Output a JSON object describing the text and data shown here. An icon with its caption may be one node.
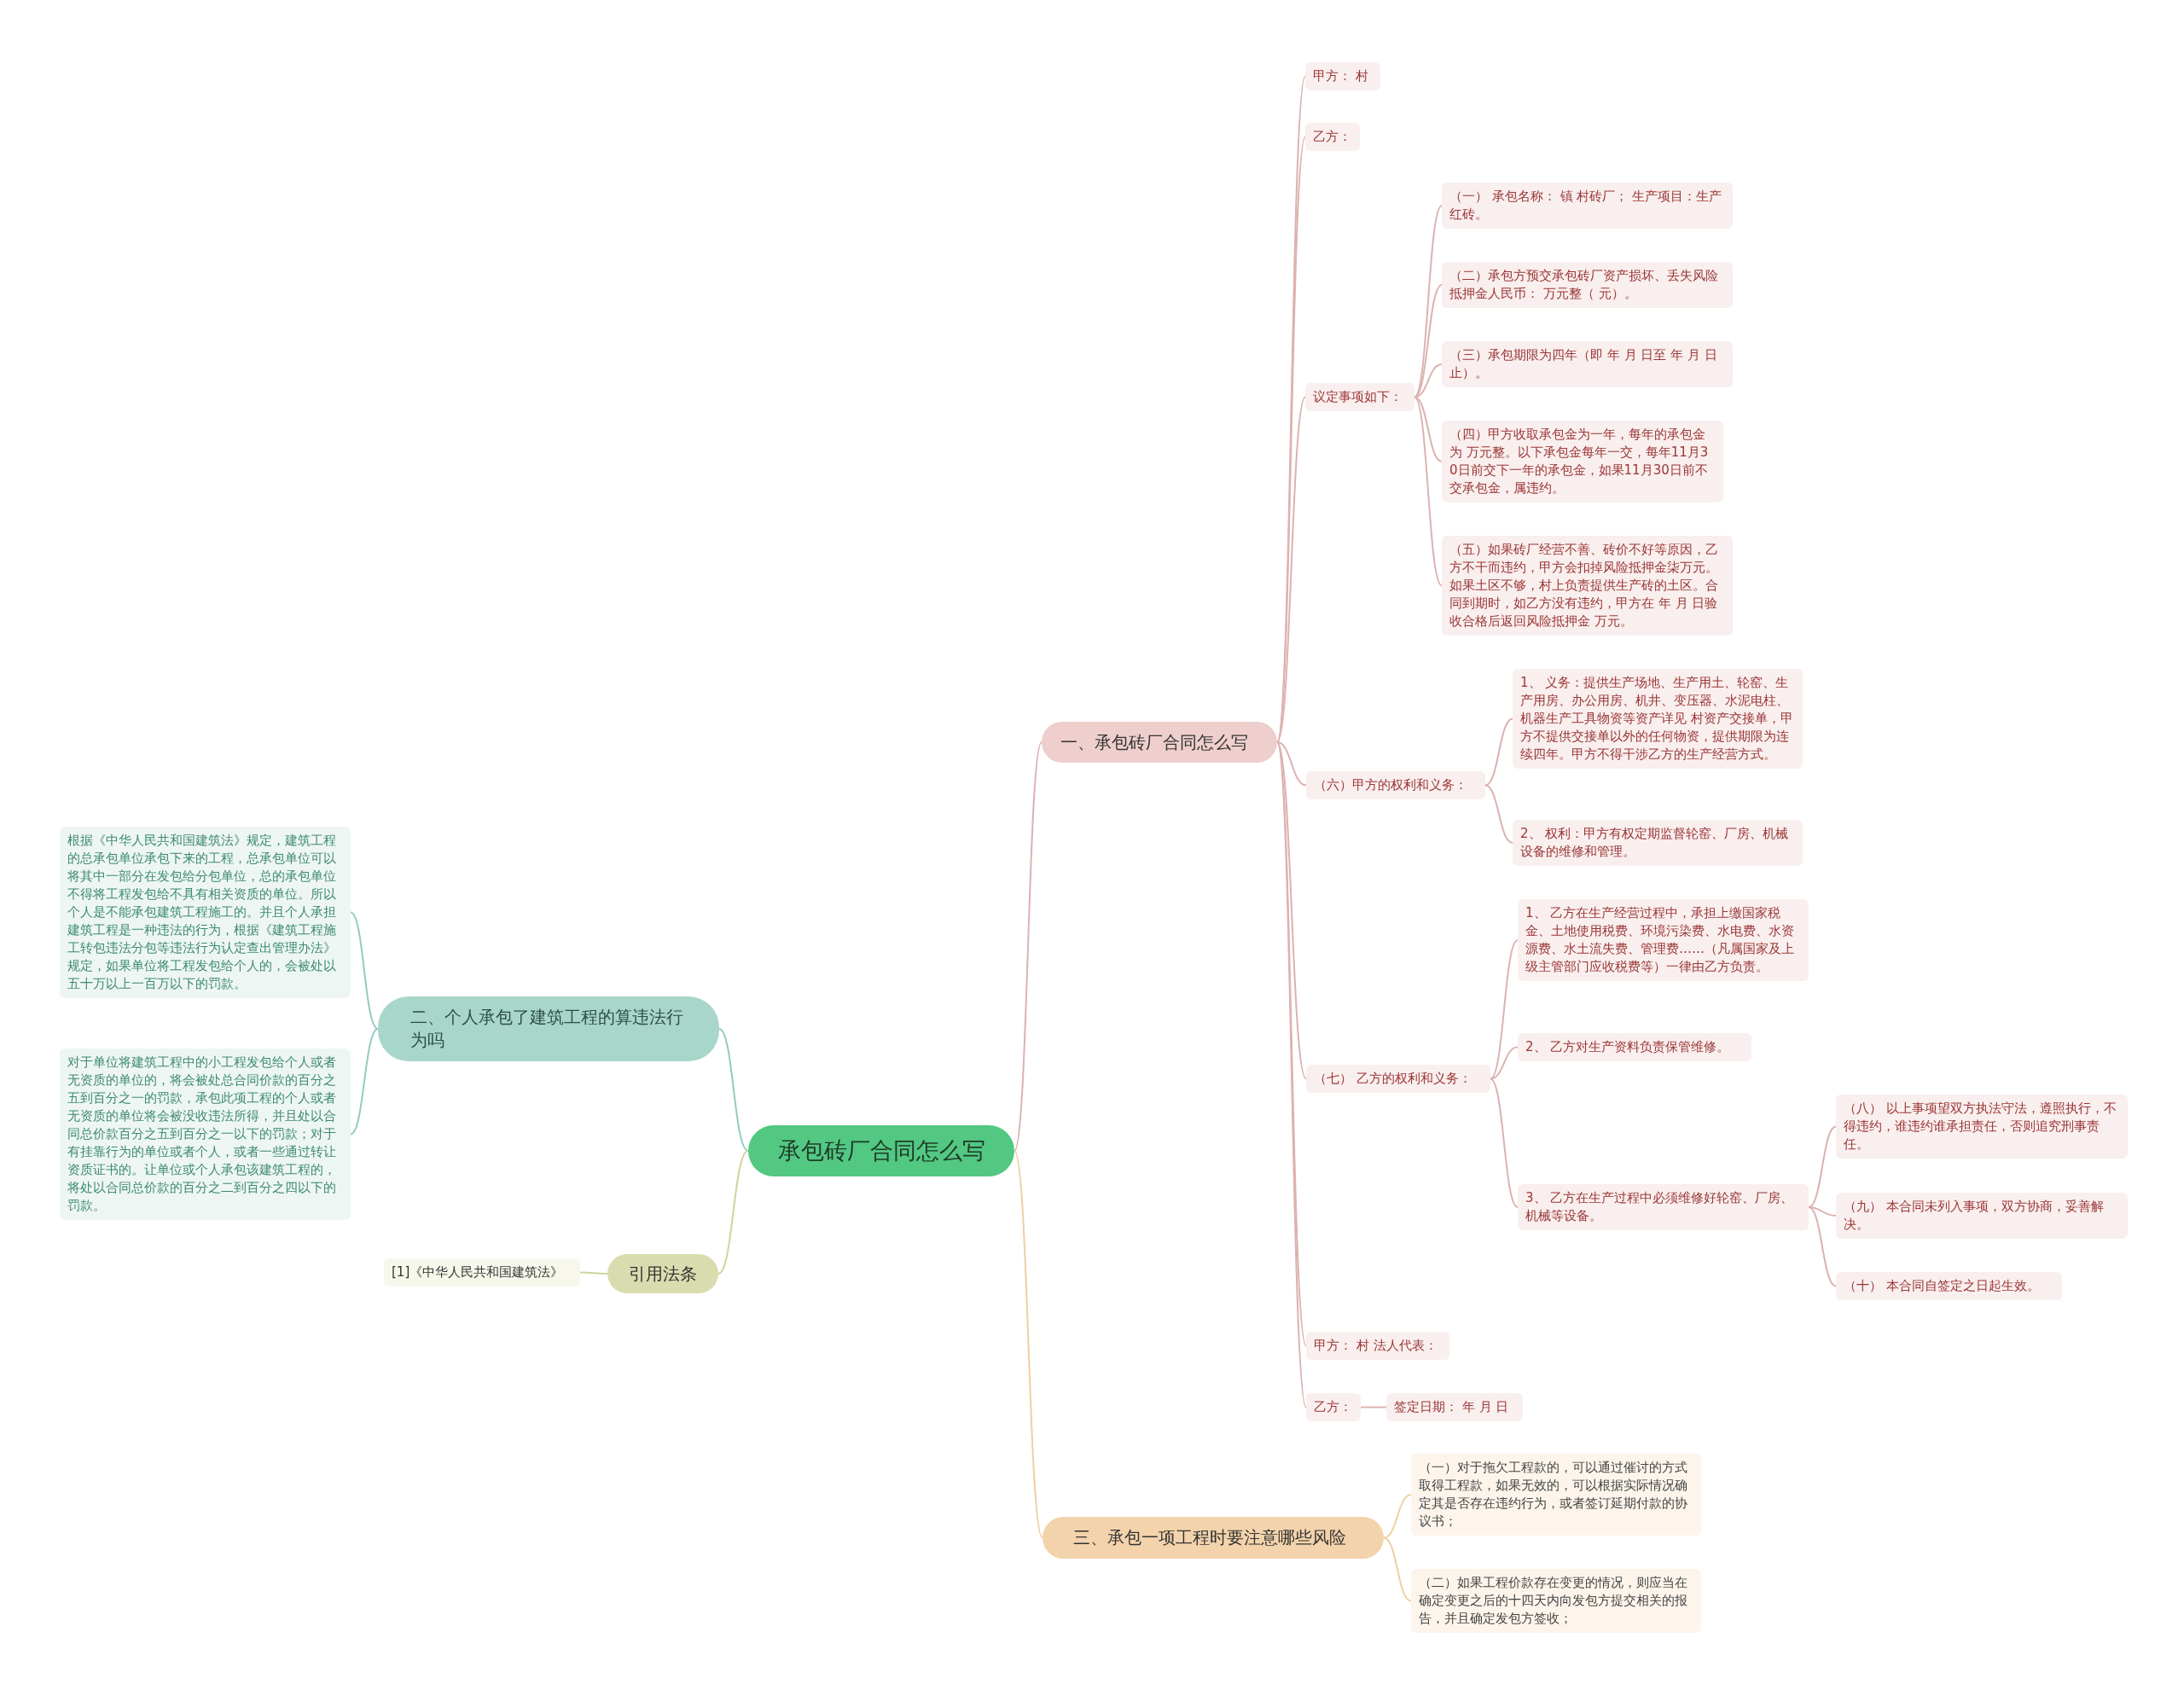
{
  "diagram": {
    "nodes": [
      {
        "text": [
          "承包砖厂合同怎么写"
        ]
      },
      {
        "text": [
          "一、承包砖厂合同怎么写"
        ]
      },
      {
        "text": [
          "甲方： 村"
        ]
      },
      {
        "text": [
          "乙方："
        ]
      },
      {
        "text": [
          "议定事项如下："
        ]
      },
      {
        "text": [
          "（一） 承包名称： 镇 村砖厂； 生产项目：生产红砖。"
        ]
      },
      {
        "text": [
          "（二）承包方预交承包砖厂资产损坏、丢失风险抵押金人民币： 万元整（ 元）。"
        ]
      },
      {
        "text": [
          "（三）承包期限为四年（即 年 月 日至 年 月 日止）。"
        ]
      },
      {
        "text": [
          "（四）甲方收取承包金为一年，每年的承包金为 万元整。以下承包金每年一交，每年11月30日前交下一年的承包金，如果11月30日前不交承包金，属违约。"
        ]
      },
      {
        "text": [
          "（五）如果砖厂经营不善、砖价不好等原因，乙方不干而违约，甲方会扣掉风险抵押金柒万元。如果土区不够，村上负责提供生产砖的土区。合同到期时，如乙方没有违约，甲方在 年 月 日验收合格后返回风险抵押金 万元。"
        ]
      },
      {
        "text": [
          "（六）甲方的权利和义务："
        ]
      },
      {
        "text": [
          "1、 义务：提供生产场地、生产用土、轮窑、生产用房、办公用房、机井、变压器、水泥电柱、机器生产工具物资等资产详见 村资产交接单，甲方不提供交接单以外的任何物资，提供期限为连续四年。甲方不得干涉乙方的生产经营方式。"
        ]
      },
      {
        "text": [
          "2、 权利：甲方有权定期监督轮窑、厂房、机械设备的维修和管理。"
        ]
      },
      {
        "text": [
          "（七） 乙方的权利和义务："
        ]
      },
      {
        "text": [
          "1、 乙方在生产经营过程中，承担上缴国家税金、土地使用税费、环境污染费、水电费、水资源费、水土流失费、管理费……（凡属国家及上级主管部门应收税费等）一律由乙方负责。"
        ]
      },
      {
        "text": [
          "2、 乙方对生产资料负责保管维修。"
        ]
      },
      {
        "text": [
          "3、 乙方在生产过程中必须维修好轮窑、厂房、机械等设备。"
        ]
      },
      {
        "text": [
          "（八） 以上事项望双方执法守法，遵照执行，不得违约，谁违约谁承担责任，否则追究刑事责任。"
        ]
      },
      {
        "text": [
          "（九） 本合同未列入事项，双方协商，妥善解决。"
        ]
      },
      {
        "text": [
          "（十） 本合同自签定之日起生效。"
        ]
      },
      {
        "text": [
          "甲方： 村 法人代表："
        ]
      },
      {
        "text": [
          "乙方："
        ]
      },
      {
        "text": [
          "签定日期： 年 月 日"
        ]
      },
      {
        "text": [
          "三、承包一项工程时要注意哪些风险"
        ]
      },
      {
        "text": [
          "（一）对于拖欠工程款的，可以通过催讨的方式取得工程款，如果无效的，可以根据实际情况确定其是否存在违约行为，或者签订延期付款的协议书；"
        ]
      },
      {
        "text": [
          "（二）如果工程价款存在变更的情况，则应当在确定变更之后的十四天内向发包方提交相关的报告，并且确定发包方签收；"
        ]
      },
      {
        "text": [
          "二、个人承包了建筑工程的算违法行为吗"
        ]
      },
      {
        "text": [
          "根据《中华人民共和国建筑法》规定，建筑工程的总承包单位承包下来的工程，总承包单位可以将其中一部分在发包给分包单位，总的承包单位不得将工程发包给不具有相关资质的单位。所以个人是不能承包建筑工程施工的。并且个人承担建筑工程是一种违法的行为，根据《建筑工程施工转包违法分包等违法行为认定查出管理办法》规定，如果单位将工程发包给个人的，会被处以五十万以上一百万以下的罚款。"
        ]
      },
      {
        "text": [
          "对于单位将建筑工程中的小工程发包给个人或者无资质的单位的，将会被处总合同价款的百分之五到百分之一的罚款，承包此项工程的个人或者无资质的单位将会被没收违法所得，并且处以合同总价款百分之五到百分之一以下的罚款；对于有挂靠行为的单位或者个人，或者一些通过转让资质证书的。让单位或个人承包该建筑工程的，将处以合同总价款的百分之二到百分之四以下的罚款。"
        ]
      },
      {
        "text": [
          "引用法条"
        ]
      },
      {
        "text": [
          "[1]《中华人民共和国建筑法》"
        ]
      }
    ],
    "edges": [
      {
        "from": 0,
        "to": 1,
        "arrow": "none"
      },
      {
        "from": 1,
        "to": 2,
        "arrow": "none"
      },
      {
        "from": 1,
        "to": 3,
        "arrow": "none"
      },
      {
        "from": 1,
        "to": 4,
        "arrow": "none"
      },
      {
        "from": 4,
        "to": 5,
        "arrow": "none"
      },
      {
        "from": 4,
        "to": 6,
        "arrow": "none"
      },
      {
        "from": 4,
        "to": 7,
        "arrow": "none"
      },
      {
        "from": 4,
        "to": 8,
        "arrow": "none"
      },
      {
        "from": 4,
        "to": 9,
        "arrow": "none"
      },
      {
        "from": 1,
        "to": 10,
        "arrow": "none"
      },
      {
        "from": 10,
        "to": 11,
        "arrow": "none"
      },
      {
        "from": 10,
        "to": 12,
        "arrow": "none"
      },
      {
        "from": 1,
        "to": 13,
        "arrow": "none"
      },
      {
        "from": 13,
        "to": 14,
        "arrow": "none"
      },
      {
        "from": 13,
        "to": 15,
        "arrow": "none"
      },
      {
        "from": 13,
        "to": 16,
        "arrow": "none"
      },
      {
        "from": 16,
        "to": 17,
        "arrow": "none"
      },
      {
        "from": 16,
        "to": 18,
        "arrow": "none"
      },
      {
        "from": 16,
        "to": 19,
        "arrow": "none"
      },
      {
        "from": 1,
        "to": 20,
        "arrow": "none"
      },
      {
        "from": 1,
        "to": 21,
        "arrow": "none"
      },
      {
        "from": 21,
        "to": 22,
        "arrow": "none"
      },
      {
        "from": 0,
        "to": 23,
        "arrow": "none",
        "color": "#efcfa6"
      },
      {
        "from": 23,
        "to": 24,
        "arrow": "none",
        "color": "#efcfa6"
      },
      {
        "from": 23,
        "to": 25,
        "arrow": "none",
        "color": "#efcfa6"
      },
      {
        "from": 0,
        "to": 26,
        "arrow": "none",
        "color": "#93cbbd"
      },
      {
        "from": 26,
        "to": 27,
        "arrow": "none",
        "color": "#93cbbd"
      },
      {
        "from": 26,
        "to": 28,
        "arrow": "none",
        "color": "#93cbbd"
      },
      {
        "from": 0,
        "to": 29,
        "arrow": "none",
        "color": "#cfd49c"
      },
      {
        "from": 29,
        "to": 30,
        "arrow": "none",
        "color": "#cfd49c"
      }
    ]
  }
}
